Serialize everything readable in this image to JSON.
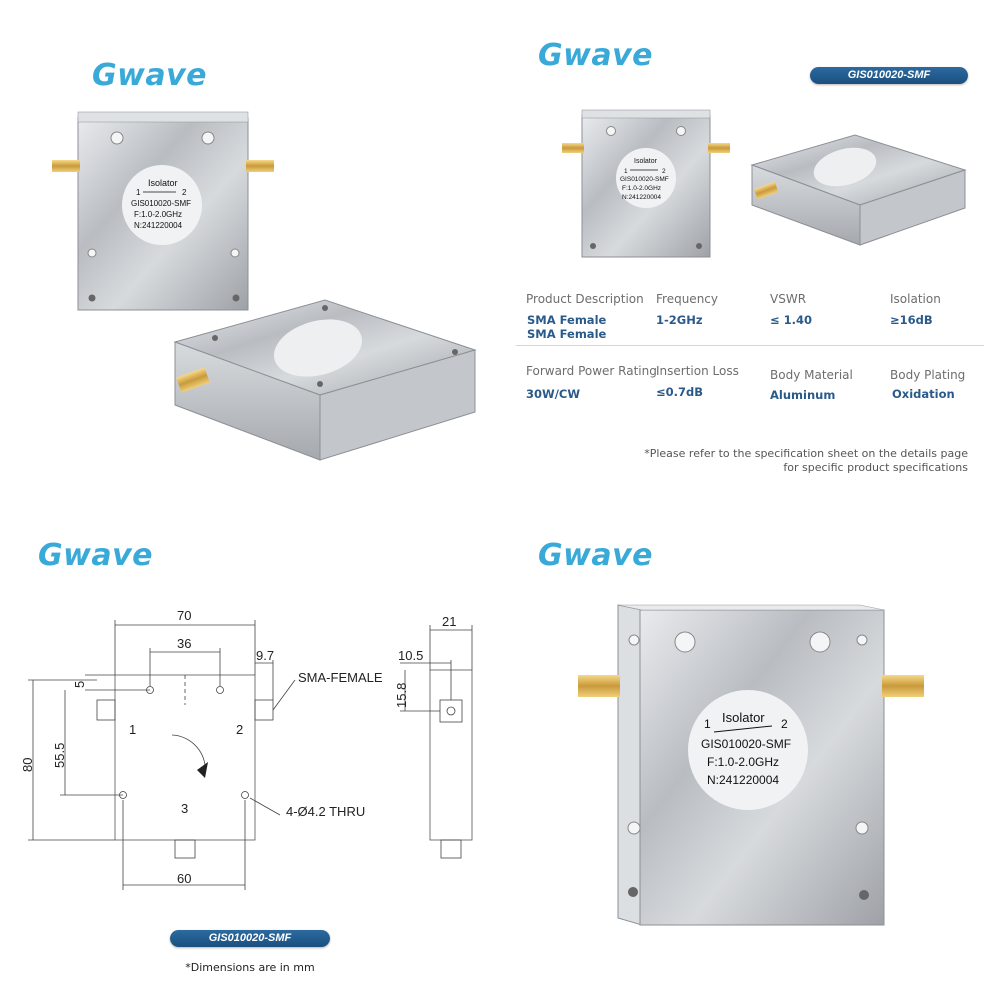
{
  "brand": "Gwave",
  "model": "GIS010020-SMF",
  "product_label": {
    "type": "Isolator",
    "port1": "1",
    "port2": "2",
    "model": "GIS010020-SMF",
    "frequency": "F:1.0-2.0GHz",
    "serial": "N:241220004"
  },
  "specs": {
    "row1": [
      {
        "label": "Product Description",
        "value": "SMA Female",
        "value2": "SMA Female"
      },
      {
        "label": "Frequency",
        "value": "1-2GHz"
      },
      {
        "label": "VSWR",
        "value": "≤ 1.40"
      },
      {
        "label": "Isolation",
        "value": "≥16dB"
      }
    ],
    "row2": [
      {
        "label": "Forward Power Rating",
        "value": "30W/CW"
      },
      {
        "label": "Insertion Loss",
        "value": "≤0.7dB"
      },
      {
        "label": "Body Material",
        "value": "Aluminum"
      },
      {
        "label": "Body Plating",
        "value": "Oxidation"
      }
    ],
    "note_line1": "*Please refer to the specification sheet on the details page",
    "note_line2": "for specific product specifications"
  },
  "drawing": {
    "d70": "70",
    "d36": "36",
    "d9_7": "9.7",
    "d5": "5",
    "d55_5": "55.5",
    "d80": "80",
    "d60": "60",
    "d21": "21",
    "d10_5": "10.5",
    "d15_8": "15.8",
    "connector": "SMA-FEMALE",
    "holes": "4-Ø4.2 THRU",
    "port1": "1",
    "port2": "2",
    "port3": "3",
    "footnote": "*Dimensions are in mm"
  },
  "colors": {
    "logo": "#39a9d8",
    "pill": "#1b4f7f",
    "spec_value": "#2a5a8a"
  }
}
